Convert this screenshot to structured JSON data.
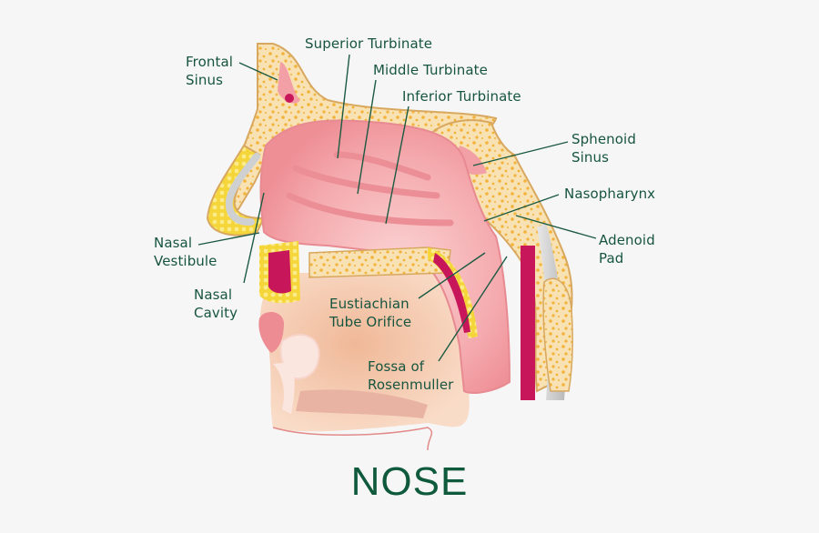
{
  "title": "NOSE",
  "colors": {
    "background": "#f6f6f6",
    "label_text": "#17553f",
    "leader_line": "#1c5a42",
    "bone": "#f8e2b3",
    "bone_speckle": "#f3b23a",
    "mucosa": "#f2a0a6",
    "mucosa_light": "#f8c7c7",
    "crimson": "#c8165a",
    "skin": "#f6cfb5",
    "cartilage": "#d9dadc",
    "fat_yellow": "#f5d63a"
  },
  "labels": {
    "frontal_sinus": [
      "Frontal",
      "Sinus"
    ],
    "superior_turbinate": [
      "Superior Turbinate"
    ],
    "middle_turbinate": [
      "Middle Turbinate"
    ],
    "inferior_turbinate": [
      "Inferior Turbinate"
    ],
    "sphenoid_sinus": [
      "Sphenoid",
      "Sinus"
    ],
    "nasopharynx": [
      "Nasopharynx"
    ],
    "adenoid_pad": [
      "Adenoid",
      "Pad"
    ],
    "nasal_vestibule": [
      "Nasal",
      "Vestibule"
    ],
    "nasal_cavity": [
      "Nasal",
      "Cavity"
    ],
    "eustachian_tube_orifice": [
      "Eustiachian",
      "Tube Orifice"
    ],
    "fossa_of_rosenmuller": [
      "Fossa of",
      "Rosenmuller"
    ]
  }
}
